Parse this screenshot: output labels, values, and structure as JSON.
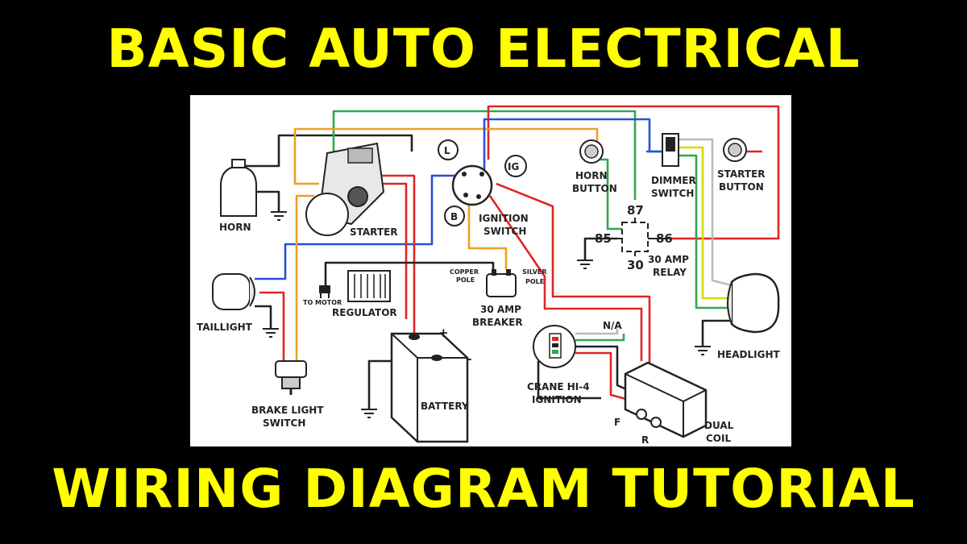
{
  "headline": {
    "top": "BASIC AUTO ELECTRICAL",
    "bottom": "WIRING DIAGRAM TUTORIAL"
  },
  "colors": {
    "background": "#000000",
    "headline": "#ffff00",
    "wire_red": "#e02424",
    "wire_green": "#2fa84f",
    "wire_blue": "#2a4fd6",
    "wire_orange": "#f0a020",
    "wire_black": "#222222",
    "wire_yellow": "#d8d800",
    "wire_white": "#bbbbbb"
  },
  "diagram": {
    "components": {
      "horn": "HORN",
      "starter": "STARTER",
      "ignition_l": "L",
      "ignition_ig": "IG",
      "ignition_b": "B",
      "ignition_switch": [
        "IGNITION",
        "SWITCH"
      ],
      "horn_button": [
        "HORN",
        "BUTTON"
      ],
      "dimmer_switch": [
        "DIMMER",
        "SWITCH"
      ],
      "starter_button": [
        "STARTER",
        "BUTTON"
      ],
      "relay_87": "87",
      "relay_85": "85",
      "relay_86": "86",
      "relay_30": "30",
      "relay_label": [
        "30 AMP",
        "RELAY"
      ],
      "taillight": "TAILLIGHT",
      "to_motor": "TO MOTOR",
      "regulator": "REGULATOR",
      "copper_pole": [
        "COPPER",
        "POLE"
      ],
      "silver_pole": [
        "SILVER",
        "POLE"
      ],
      "breaker": [
        "30 AMP",
        "BREAKER"
      ],
      "battery": "BATTERY",
      "battery_plus": "+",
      "battery_minus": "–",
      "na": "N/A",
      "crane_ignition": [
        "CRANE HI-4",
        "IGNITION"
      ],
      "headlight": "HEADLIGHT",
      "brake_light_switch": [
        "BRAKE LIGHT",
        "SWITCH"
      ],
      "coil_f": "F",
      "coil_r": "R",
      "dual_coil": [
        "DUAL",
        "COIL"
      ]
    }
  }
}
